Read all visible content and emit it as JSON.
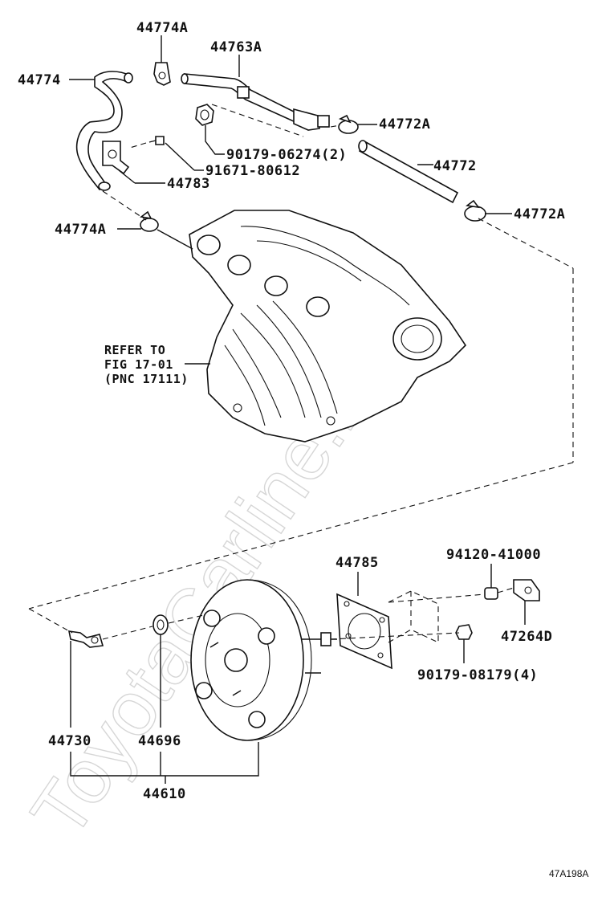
{
  "labels": {
    "p44774A_top": "44774A",
    "p44763A": "44763A",
    "p44774": "44774",
    "p44772A_a": "44772A",
    "p90179_06274": "90179-06274(2)",
    "p44772": "44772",
    "p91671_80612": "91671-80612",
    "p44783": "44783",
    "p44772A_b": "44772A",
    "p44774A_mid": "44774A",
    "p44785": "44785",
    "p94120_41000": "94120-41000",
    "p47264D": "47264D",
    "p90179_08179": "90179-08179(4)",
    "p44730": "44730",
    "p44696": "44696",
    "p44610": "44610"
  },
  "reference": {
    "line1": "REFER TO",
    "line2": "FIG 17-01",
    "line3": "(PNC 17111)"
  },
  "figure_id": "47A198A",
  "watermark": "ToyotaCarline.ru"
}
